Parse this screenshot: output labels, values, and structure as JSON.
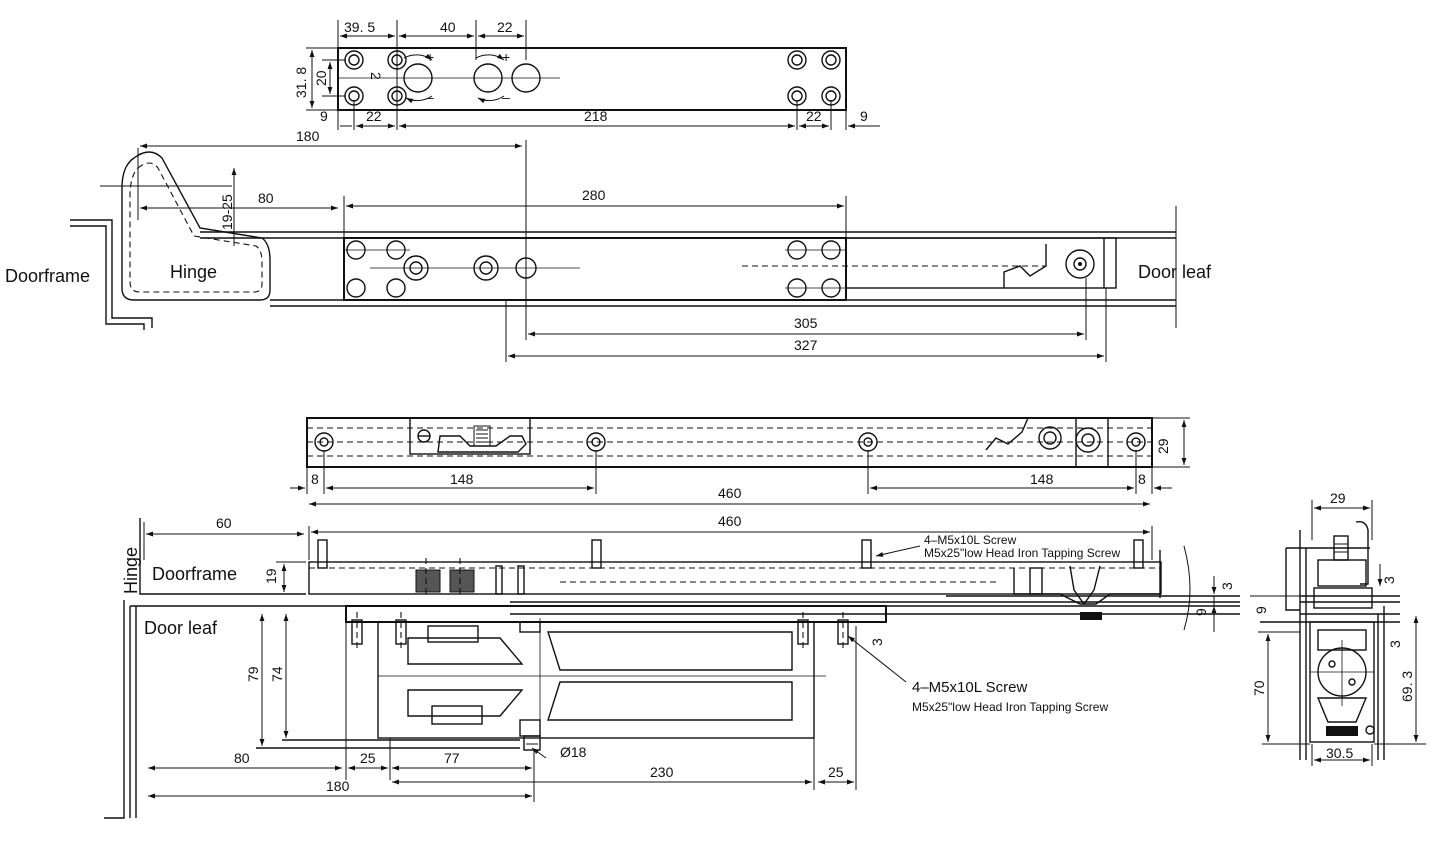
{
  "labels": {
    "doorframe_top": "Doorframe",
    "hinge_top": "Hinge",
    "door_leaf_top": "Door leaf",
    "hinge_side": "Hinge",
    "doorframe_side": "Doorframe",
    "door_leaf_side": "Door leaf",
    "screw_note_top_line1": "4–M5x10L Screw",
    "screw_note_top_line2": "M5x25\"low Head Iron Tapping Screw",
    "screw_note_bottom_line1": "4–M5x10L Screw",
    "screw_note_bottom_line2": "M5x25\"low Head Iron Tapping Screw",
    "diameter": "Ø18",
    "plus_a": "+",
    "minus_a": "–",
    "plus_b": "+",
    "minus_b": "–",
    "num_2": "2"
  },
  "dimensions": {
    "d39_5": "39. 5",
    "d40": "40",
    "d22_top": "22",
    "d31_8": "31. 8",
    "d20": "20",
    "d9_left": "9",
    "d22_left": "22",
    "d218": "218",
    "d22_right": "22",
    "d9_right": "9",
    "d180_top": "180",
    "d80_top": "80",
    "d19_25": "19-25",
    "d280": "280",
    "d305": "305",
    "d327": "327",
    "d29_side_strip": "29",
    "d8_left": "8",
    "d148_left": "148",
    "d148_right": "148",
    "d8_right": "8",
    "d460_a": "460",
    "d60": "60",
    "d460_b": "460",
    "d19": "19",
    "d3_a": "3",
    "d9_a": "9",
    "d3_b": "3",
    "d79": "79",
    "d74": "74",
    "d80_bottom": "80",
    "d25_a": "25",
    "d77": "77",
    "d230": "230",
    "d25_b": "25",
    "d180_bottom": "180",
    "d29_end": "29",
    "d3_end_a": "3",
    "d9_end": "9",
    "d3_end_b": "3",
    "d70": "70",
    "d69_3": "69. 3",
    "d30_5": "30.5"
  }
}
